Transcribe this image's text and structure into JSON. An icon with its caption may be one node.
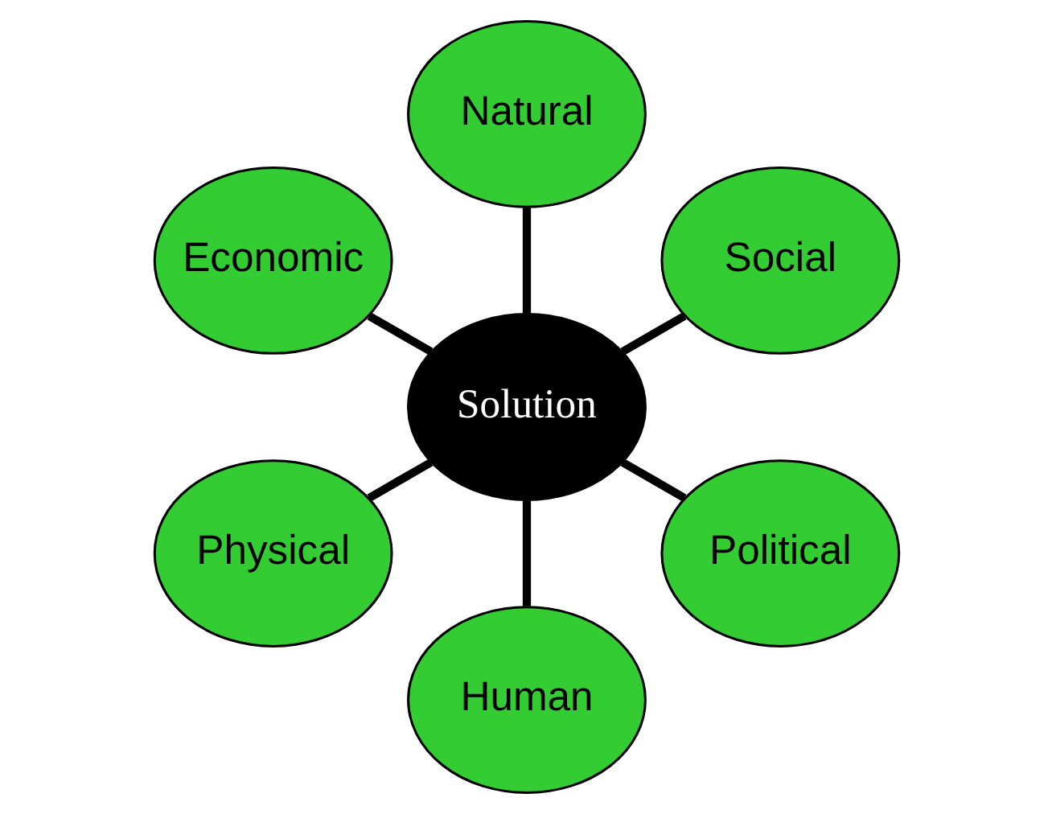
{
  "diagram": {
    "nodes": [
      {
        "text": [
          "Social"
        ]
      },
      {
        "text": [
          "Natural"
        ]
      },
      {
        "text": [
          "Economic"
        ]
      },
      {
        "text": [
          "Solution"
        ]
      },
      {
        "text": [
          "Physical"
        ]
      },
      {
        "text": [
          "Human"
        ]
      },
      {
        "text": [
          "Political"
        ]
      }
    ],
    "edges": [
      {
        "from": 3,
        "to": 0,
        "arrow": "none"
      },
      {
        "from": 3,
        "to": 2,
        "arrow": "none"
      },
      {
        "from": 3,
        "to": 5,
        "arrow": "none"
      },
      {
        "from": 3,
        "to": 6,
        "arrow": "none"
      },
      {
        "from": 3,
        "to": 4,
        "arrow": "none"
      },
      {
        "from": 3,
        "to": 1,
        "arrow": "none"
      }
    ]
  }
}
